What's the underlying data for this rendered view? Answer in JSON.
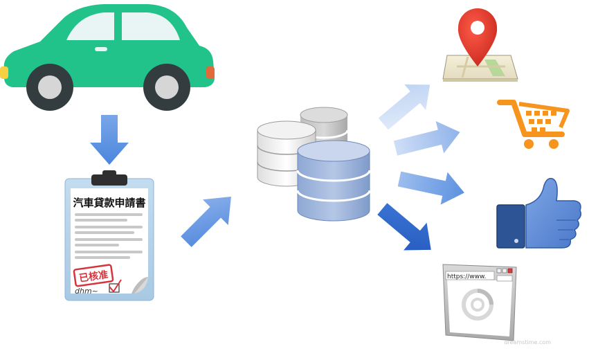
{
  "form": {
    "title": "汽車貸款申請書",
    "stamp": "已核准",
    "signature": "dhm~"
  },
  "browser": {
    "url": "https://www."
  },
  "watermark": "dreamstime.com",
  "colors": {
    "car_body": "#21c38a",
    "car_window": "#e9f5f4",
    "arrow_blue": "#5b8fdf",
    "arrow_light": "#c9dbf5",
    "arrow_dark": "#2d69c9",
    "db_gray": "#cfcfcf",
    "db_blue": "#9db3d8",
    "pin_red": "#e03c2e",
    "cart_orange": "#f7941d",
    "like_blue": "#3b5998",
    "stamp_red": "#d8333b"
  },
  "icons": [
    "car-icon",
    "down-arrow-icon",
    "clipboard-form-icon",
    "up-arrow-icon",
    "database-stack-icon",
    "fan-out-arrows-icon",
    "map-pin-icon",
    "shopping-cart-icon",
    "thumbs-up-icon",
    "browser-window-icon"
  ]
}
